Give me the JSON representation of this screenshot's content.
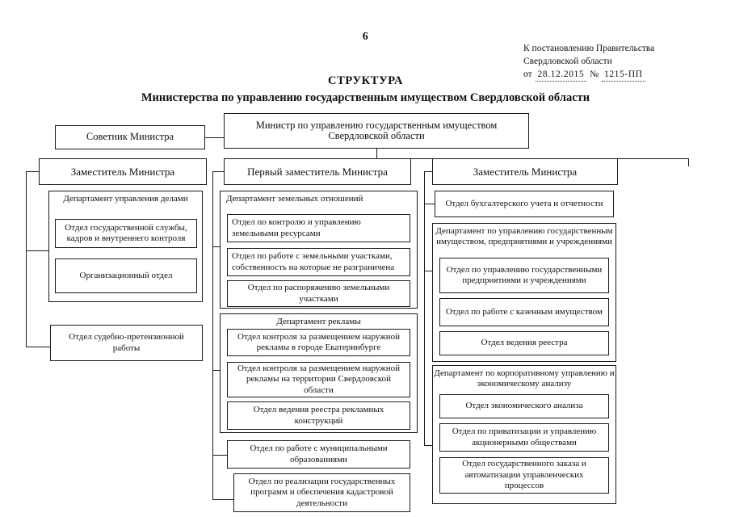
{
  "page": {
    "number": "6"
  },
  "approval": {
    "line1": "К постановлению Правительства",
    "line2": "Свердловской области",
    "prefix": "от",
    "date": "28.12.2015",
    "number_symbol": "№",
    "number": "1215-ПП"
  },
  "title": {
    "main": "СТРУКТУРА",
    "subtitle": "Министерства по управлению государственным имуществом Свердловской области"
  },
  "top": {
    "advisor": "Советник Министра",
    "minister": "Министр по управлению государственным имуществом Свердловской области"
  },
  "columns": {
    "left": {
      "head": "Заместитель Министра",
      "department": {
        "label": "Департамент управления делами",
        "units": [
          "Отдел государственной службы, кадров и внутреннего контроля",
          "Организационный отдел"
        ]
      },
      "standalone": [
        "Отдел судебно-претензионной работы"
      ]
    },
    "middle": {
      "head": "Первый заместитель Министра",
      "departments": [
        {
          "label": "Департамент земельных отношений",
          "units": [
            "Отдел по контролю и управлению земельными ресурсами",
            "Отдел по работе с земельными участками, собственность на которые не разграничена",
            "Отдел по распоряжению земельными участками"
          ]
        },
        {
          "label": "Департамент рекламы",
          "units": [
            "Отдел контроля за размещением наружной рекламы в городе Екатеринбурге",
            "Отдел контроля за размещением наружной рекламы на территории Свердловской области",
            "Отдел ведения реестра рекламных конструкций"
          ]
        }
      ],
      "standalone": [
        "Отдел по работе с муниципальными образованиями",
        "Отдел по реализации государственных программ и обеспечения кадастровой деятельности"
      ]
    },
    "right": {
      "head": "Заместитель Министра",
      "standalone_top": [
        "Отдел бухгалтерского учета и отчетности"
      ],
      "departments": [
        {
          "label": "Департамент по управлению государственным имуществом, предприятиями и учреждениями",
          "units": [
            "Отдел по управлению государственными предприятиями и учреждениями",
            "Отдел по работе с казенным имуществом",
            "Отдел ведения реестра"
          ]
        },
        {
          "label": "Департамент по корпоративному управлению и экономическому анализу",
          "units": [
            "Отдел экономического анализа",
            "Отдел по приватизации и управлению акционерными обществами",
            "Отдел государственного заказа и автоматизации управленческих процессов"
          ]
        }
      ]
    }
  }
}
